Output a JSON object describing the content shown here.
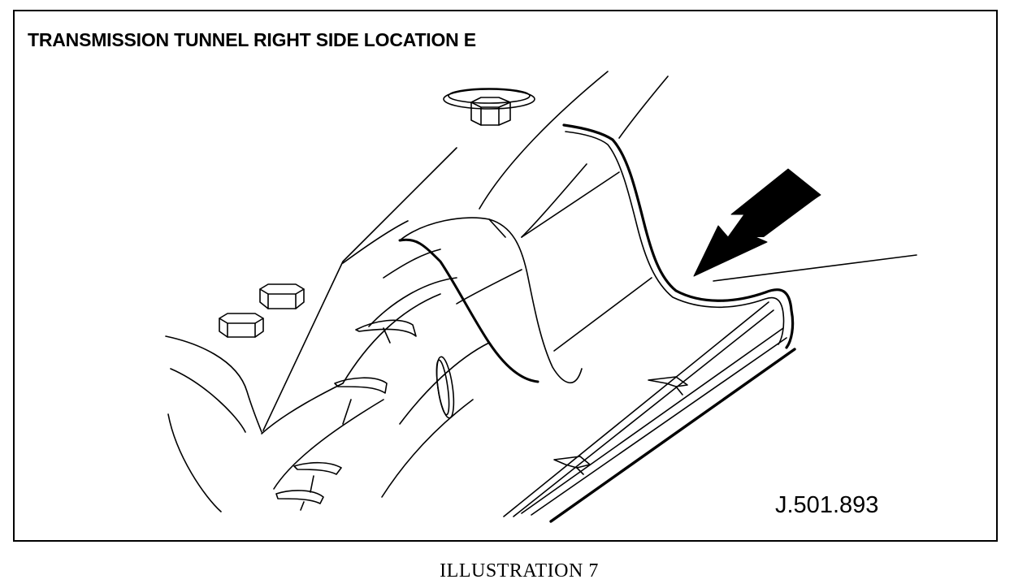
{
  "figure": {
    "title": "TRANSMISSION TUNNEL RIGHT SIDE LOCATION E",
    "reference_code": "J.501.893",
    "caption": "ILLUSTRATION 7"
  },
  "colors": {
    "ink": "#000000",
    "paper": "#ffffff"
  },
  "icons": {
    "arrow": "location-arrow-icon",
    "nut": "hex-nut-icon",
    "clip": "body-clip-icon"
  }
}
